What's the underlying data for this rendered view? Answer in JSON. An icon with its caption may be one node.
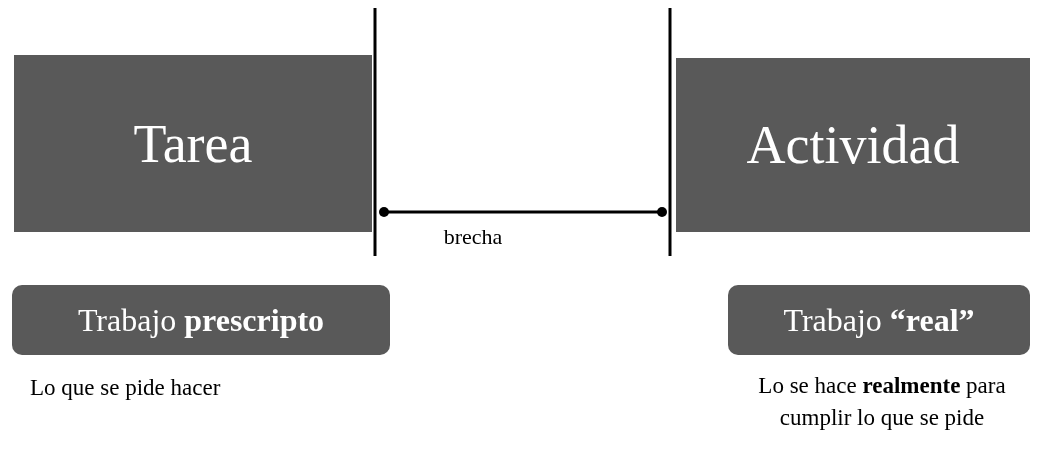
{
  "diagram": {
    "nodes": [
      {
        "text": [
          "Tarea"
        ]
      },
      {
        "text": [
          "Actividad"
        ]
      },
      {
        "text": [
          "Trabajo **prescripto**"
        ]
      },
      {
        "text": [
          "Trabajo **“real”**"
        ]
      }
    ],
    "labels": [
      "brecha",
      "Lo que se pide hacer",
      "Lo se hace **realmente** para cumplir lo que se pide"
    ]
  }
}
